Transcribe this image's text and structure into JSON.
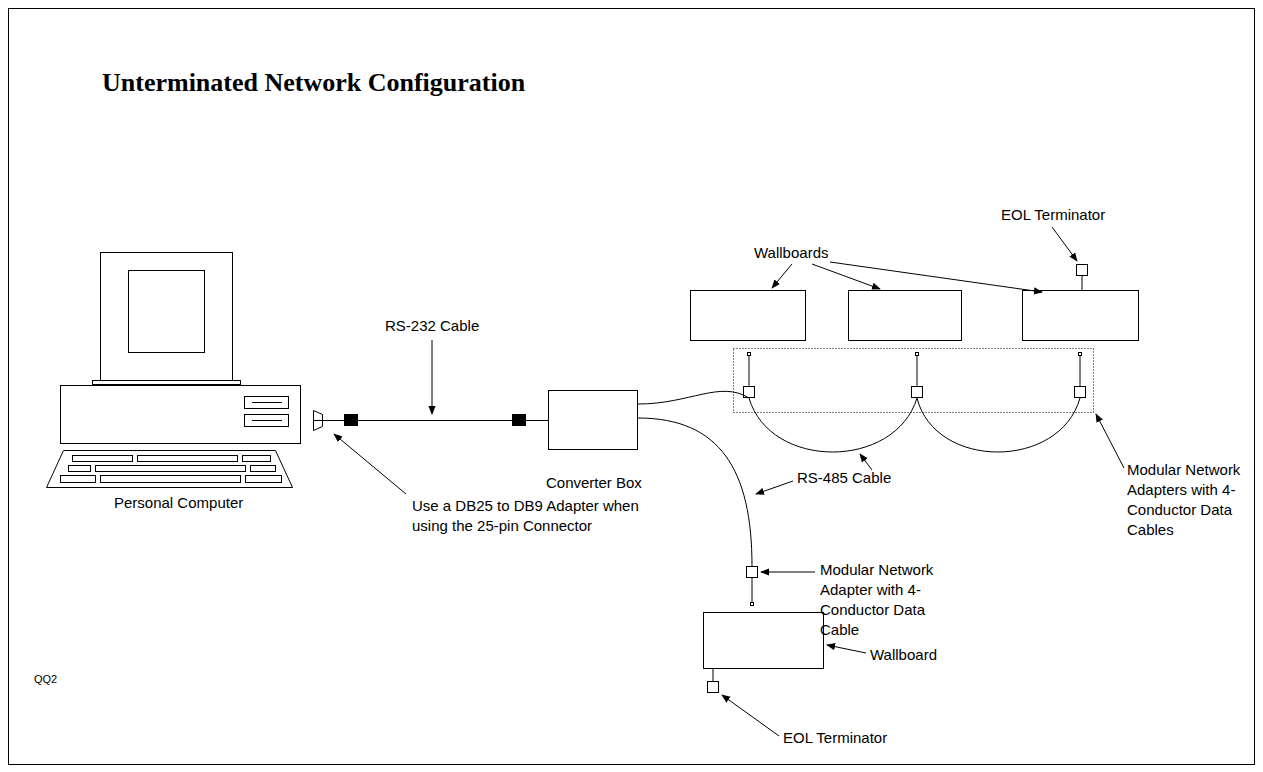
{
  "diagram": {
    "title": "Unterminated Network Configuration",
    "nodes": [
      {
        "text": [
          "Personal Computer"
        ]
      },
      {
        "text": [
          "Converter Box"
        ]
      }
    ],
    "edges": [
      {
        "from": 0,
        "to": 1,
        "arrow": "none"
      }
    ],
    "labels": [
      "RS-232 Cable",
      "Use a DB25 to DB9 Adapter when using the 25-pin Connector",
      "Wallboards",
      "EOL Terminator",
      "Modular Network Adapters with 4-Conductor Data Cables",
      "RS-485 Cable",
      "Modular Network Adapter with 4-Conductor Data Cable",
      "Wallboard",
      "EOL Terminator",
      "QQ2"
    ]
  }
}
